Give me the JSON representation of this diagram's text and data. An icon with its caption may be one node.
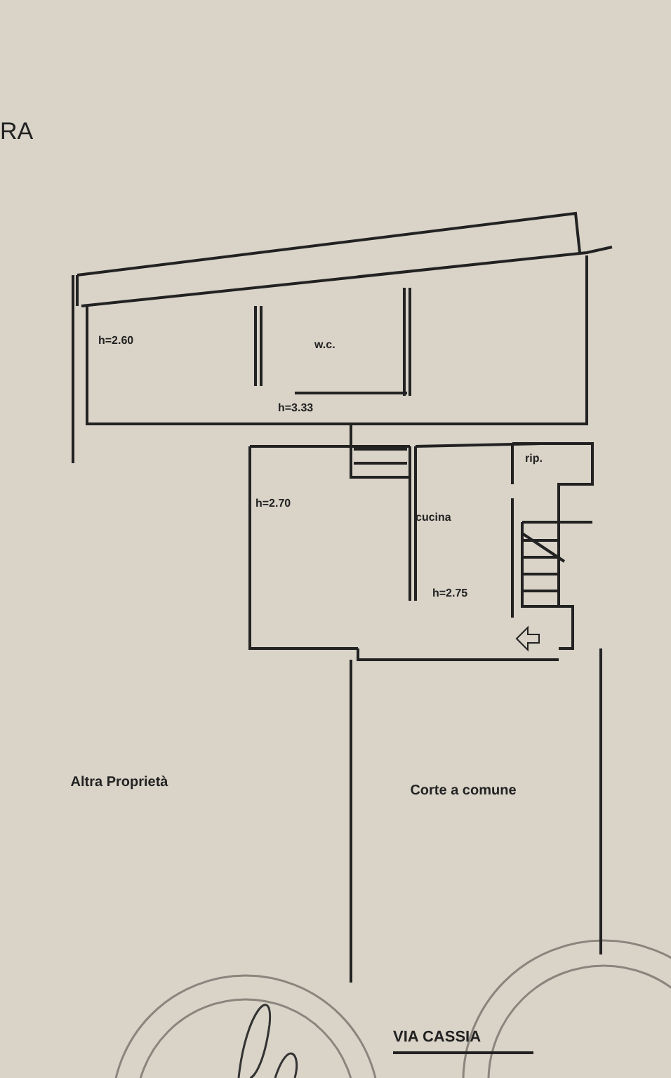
{
  "diagram": {
    "nodes": [
      {
        "text": [
          "h=2.60"
        ]
      },
      {
        "text": [
          "w.c."
        ]
      },
      {
        "text": [
          "rip."
        ]
      },
      {
        "text": [
          "h=2.70"
        ]
      },
      {
        "text": [
          "cucina",
          "h=2.75"
        ]
      },
      {
        "text": [
          "Altra Proprietà"
        ]
      },
      {
        "text": [
          "Corte a comune"
        ]
      }
    ],
    "edges": [],
    "labels": [
      "RA",
      "h=3.33",
      "VIA CASSIA"
    ]
  }
}
